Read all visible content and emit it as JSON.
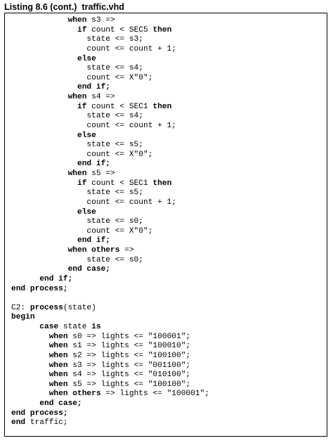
{
  "caption": "Listing 8.6 (cont.)  traffic.vhd",
  "code_lines": [
    [
      {
        "t": "            "
      },
      {
        "t": "when",
        "kw": true
      },
      {
        "t": " s3 =>"
      }
    ],
    [
      {
        "t": "              "
      },
      {
        "t": "if",
        "kw": true
      },
      {
        "t": " count < SEC5 "
      },
      {
        "t": "then",
        "kw": true
      }
    ],
    [
      {
        "t": "                state <= s3;"
      }
    ],
    [
      {
        "t": "                count <= count + 1;"
      }
    ],
    [
      {
        "t": "              "
      },
      {
        "t": "else",
        "kw": true
      }
    ],
    [
      {
        "t": "                state <= s4;"
      }
    ],
    [
      {
        "t": "                count <= X\"0\";"
      }
    ],
    [
      {
        "t": "              "
      },
      {
        "t": "end if;",
        "kw": true
      }
    ],
    [
      {
        "t": "            "
      },
      {
        "t": "when",
        "kw": true
      },
      {
        "t": " s4 =>"
      }
    ],
    [
      {
        "t": "              "
      },
      {
        "t": "if",
        "kw": true
      },
      {
        "t": " count < SEC1 "
      },
      {
        "t": "then",
        "kw": true
      }
    ],
    [
      {
        "t": "                state <= s4;"
      }
    ],
    [
      {
        "t": "                count <= count + 1;"
      }
    ],
    [
      {
        "t": "              "
      },
      {
        "t": "else",
        "kw": true
      }
    ],
    [
      {
        "t": "                state <= s5;"
      }
    ],
    [
      {
        "t": "                count <= X\"0\";"
      }
    ],
    [
      {
        "t": "              "
      },
      {
        "t": "end if;",
        "kw": true
      }
    ],
    [
      {
        "t": "            "
      },
      {
        "t": "when",
        "kw": true
      },
      {
        "t": " s5 =>"
      }
    ],
    [
      {
        "t": "              "
      },
      {
        "t": "if",
        "kw": true
      },
      {
        "t": " count < SEC1 "
      },
      {
        "t": "then",
        "kw": true
      }
    ],
    [
      {
        "t": "                state <= s5;"
      }
    ],
    [
      {
        "t": "                count <= count + 1;"
      }
    ],
    [
      {
        "t": "              "
      },
      {
        "t": "else",
        "kw": true
      }
    ],
    [
      {
        "t": "                state <= s0;"
      }
    ],
    [
      {
        "t": "                count <= X\"0\";"
      }
    ],
    [
      {
        "t": "              "
      },
      {
        "t": "end if;",
        "kw": true
      }
    ],
    [
      {
        "t": "            "
      },
      {
        "t": "when others",
        "kw": true
      },
      {
        "t": " =>"
      }
    ],
    [
      {
        "t": "                state <= s0;"
      }
    ],
    [
      {
        "t": "            "
      },
      {
        "t": "end case;",
        "kw": true
      }
    ],
    [
      {
        "t": "      "
      },
      {
        "t": "end if;",
        "kw": true
      }
    ],
    [
      {
        "t": "end process;",
        "kw": true
      }
    ],
    [
      {
        "t": ""
      }
    ],
    [
      {
        "t": "C2: "
      },
      {
        "t": "process",
        "kw": true
      },
      {
        "t": "(state)"
      }
    ],
    [
      {
        "t": "begin",
        "kw": true
      }
    ],
    [
      {
        "t": "      "
      },
      {
        "t": "case",
        "kw": true
      },
      {
        "t": " state "
      },
      {
        "t": "is",
        "kw": true
      }
    ],
    [
      {
        "t": "        "
      },
      {
        "t": "when",
        "kw": true
      },
      {
        "t": " s0 => lights <= \"100001\";"
      }
    ],
    [
      {
        "t": "        "
      },
      {
        "t": "when",
        "kw": true
      },
      {
        "t": " s1 => lights <= \"100010\";"
      }
    ],
    [
      {
        "t": "        "
      },
      {
        "t": "when",
        "kw": true
      },
      {
        "t": " s2 => lights <= \"100100\";"
      }
    ],
    [
      {
        "t": "        "
      },
      {
        "t": "when",
        "kw": true
      },
      {
        "t": " s3 => lights <= \"001100\";"
      }
    ],
    [
      {
        "t": "        "
      },
      {
        "t": "when",
        "kw": true
      },
      {
        "t": " s4 => lights <= \"010100\";"
      }
    ],
    [
      {
        "t": "        "
      },
      {
        "t": "when",
        "kw": true
      },
      {
        "t": " s5 => lights <= \"100100\";"
      }
    ],
    [
      {
        "t": "        "
      },
      {
        "t": "when others",
        "kw": true
      },
      {
        "t": " => lights <= \"100001\";"
      }
    ],
    [
      {
        "t": "      "
      },
      {
        "t": "end case;",
        "kw": true
      }
    ],
    [
      {
        "t": "end process;",
        "kw": true
      }
    ],
    [
      {
        "t": "end",
        "kw": true
      },
      {
        "t": " traffic;"
      }
    ]
  ]
}
